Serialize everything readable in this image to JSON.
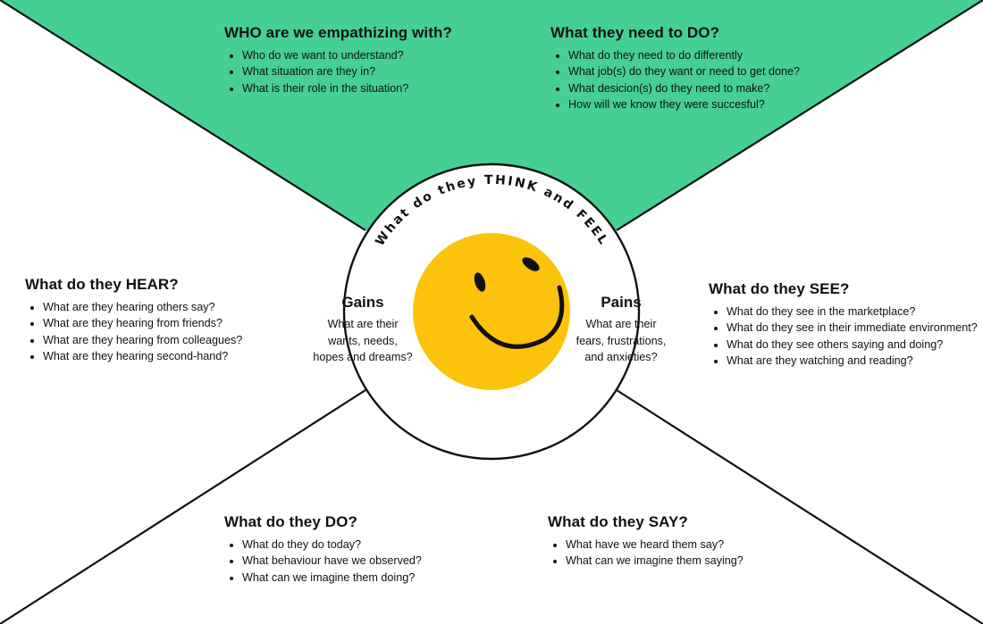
{
  "colors": {
    "accent": "#45CF93",
    "smiley": "#FDC20C",
    "line": "#111111",
    "background": "#FFFFFF"
  },
  "center": {
    "arc_title": "What do they THINK and FEEL",
    "gains": {
      "title": "Gains",
      "lines": [
        "What are their",
        "wants, needs,",
        "hopes and dreams?"
      ]
    },
    "pains": {
      "title": "Pains",
      "lines": [
        "What are their",
        "fears, frustrations,",
        "and anxieties?"
      ]
    },
    "icon": "smiley-face-icon"
  },
  "sections": {
    "who": {
      "title": "WHO are we empathizing with?",
      "items": [
        "Who do we want to understand?",
        "What situation are they in?",
        "What is their role in the situation?"
      ]
    },
    "need_to_do": {
      "title": "What they need to DO?",
      "items": [
        "What do they need to do differently",
        "What job(s) do they want or need to get done?",
        "What desicion(s) do they need to make?",
        "How will we know they were succesful?"
      ]
    },
    "hear": {
      "title": "What do they HEAR?",
      "items": [
        "What are they hearing others say?",
        "What are they hearing from friends?",
        "What are they hearing from colleagues?",
        "What are they hearing second-hand?"
      ]
    },
    "see": {
      "title": "What do they SEE?",
      "items": [
        "What do they see in the marketplace?",
        "What do they see in their immediate environment?",
        "What do they see others saying and doing?",
        "What are they watching and reading?"
      ]
    },
    "do": {
      "title": "What do they DO?",
      "items": [
        "What do they do today?",
        "What behaviour have we observed?",
        "What can we imagine them doing?"
      ]
    },
    "say": {
      "title": "What do they SAY?",
      "items": [
        "What have we heard them say?",
        "What can we imagine them saying?"
      ]
    }
  }
}
